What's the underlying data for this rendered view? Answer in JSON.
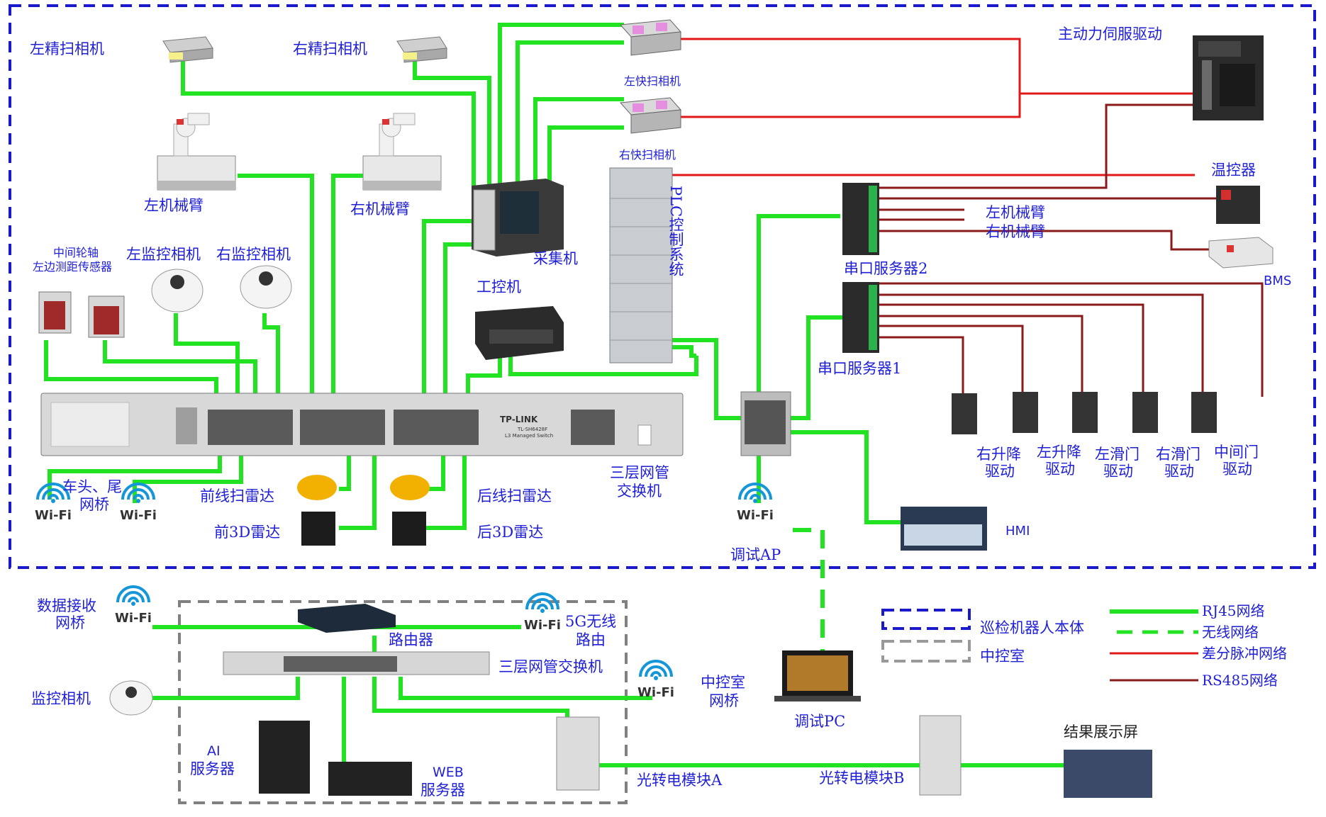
{
  "colors": {
    "rj45": "#22e322",
    "wireless": "#22e322",
    "diff_pulse": "#e01818",
    "rs485": "#8b1a1a",
    "robot_border": "#1a1acc",
    "control_room_border": "#808080",
    "label": "#1f1fd6"
  },
  "labels": {
    "left_fine_camera": "左精扫相机",
    "right_fine_camera": "右精扫相机",
    "left_fast_camera": "左快扫相机",
    "right_fast_camera": "右快扫相机",
    "servo_drive": "主动力伺服驱动",
    "left_arm": "左机械臂",
    "right_arm": "右机械臂",
    "collector": "采集机",
    "plc_system": "PLC控制系统",
    "temp_controller": "温控器",
    "serial_server_2": "串口服务器2",
    "serial_server_1": "串口服务器1",
    "left_arm_485": "左机械臂",
    "right_arm_485": "右机械臂",
    "bms": "BMS",
    "axle_sensor_line1": "中间轮轴",
    "axle_sensor_line2": "左边测距传感器",
    "left_monitor_camera": "左监控相机",
    "right_monitor_camera": "右监控相机",
    "industrial_pc": "工控机",
    "switch_brand": "TP-LINK",
    "switch_model": "TL-SH6428F",
    "switch_desc": "L3 Managed Switch",
    "l3_switch_line1": "三层网管",
    "l3_switch_line2": "交换机",
    "head_tail_bridge_line1": "车头、尾",
    "head_tail_bridge_line2": "网桥",
    "front_line_lidar": "前线扫雷达",
    "front_3d_lidar": "前3D雷达",
    "rear_line_lidar": "后线扫雷达",
    "rear_3d_lidar": "后3D雷达",
    "debug_ap": "调试AP",
    "hmi": "HMI",
    "right_lift_l1": "右升降",
    "right_lift_l2": "驱动",
    "left_lift_l1": "左升降",
    "left_lift_l2": "驱动",
    "left_slide_l1": "左滑门",
    "left_slide_l2": "驱动",
    "right_slide_l1": "右滑门",
    "right_slide_l2": "驱动",
    "middle_door_l1": "中间门",
    "middle_door_l2": "驱动",
    "data_bridge_l1": "数据接收",
    "data_bridge_l2": "网桥",
    "router": "路由器",
    "wifi_5g_l1": "5G无线",
    "wifi_5g_l2": "路由",
    "l3_switch_cr": "三层网管交换机",
    "control_bridge_l1": "中控室",
    "control_bridge_l2": "网桥",
    "monitor_camera": "监控相机",
    "ai_server_l1": "AI",
    "ai_server_l2": "服务器",
    "web_server_l1": "WEB",
    "web_server_l2": "服务器",
    "fiber_a": "光转电模块A",
    "fiber_b": "光转电模块B",
    "debug_pc": "调试PC",
    "result_screen": "结果展示屏",
    "wifi_text": "Wi-Fi"
  },
  "legend": {
    "robot_body": "巡检机器人本体",
    "control_room": "中控室",
    "rj45": "RJ45网络",
    "wireless": "无线网络",
    "diff_pulse": "差分脉冲网络",
    "rs485": "RS485网络"
  }
}
